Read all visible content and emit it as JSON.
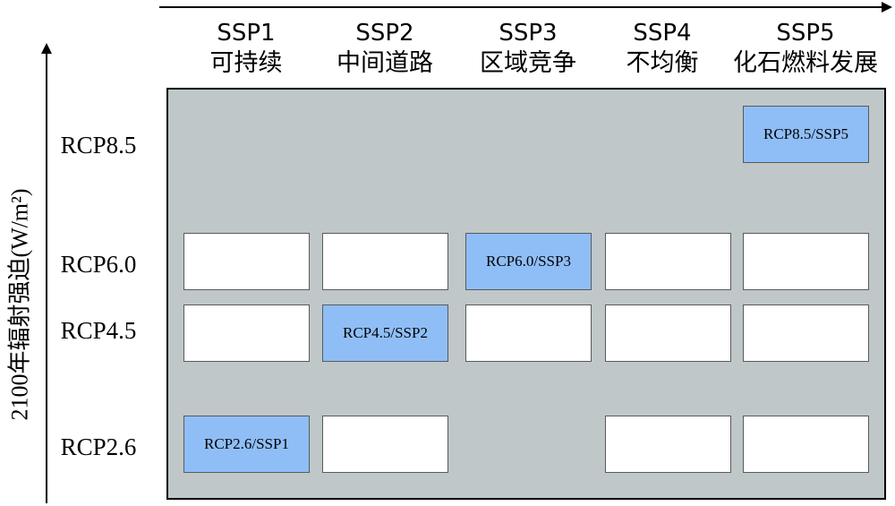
{
  "y_axis_title": "2100年辐射强迫(W/m²)",
  "columns": [
    {
      "ssp": "SSP1",
      "name": "可持续"
    },
    {
      "ssp": "SSP2",
      "name": "中间道路"
    },
    {
      "ssp": "SSP3",
      "name": "区域竞争"
    },
    {
      "ssp": "SSP4",
      "name": "不均衡"
    },
    {
      "ssp": "SSP5",
      "name": "化石燃料发展"
    }
  ],
  "rows": [
    "RCP8.5",
    "RCP6.0",
    "RCP4.5",
    "RCP2.6"
  ],
  "combinations": [
    {
      "row": "RCP8.5",
      "col": "SSP5",
      "label": "RCP8.5/SSP5",
      "highlighted": true
    },
    {
      "row": "RCP6.0",
      "col": "SSP1",
      "label": "",
      "highlighted": false
    },
    {
      "row": "RCP6.0",
      "col": "SSP2",
      "label": "",
      "highlighted": false
    },
    {
      "row": "RCP6.0",
      "col": "SSP3",
      "label": "RCP6.0/SSP3",
      "highlighted": true
    },
    {
      "row": "RCP6.0",
      "col": "SSP4",
      "label": "",
      "highlighted": false
    },
    {
      "row": "RCP6.0",
      "col": "SSP5",
      "label": "",
      "highlighted": false
    },
    {
      "row": "RCP4.5",
      "col": "SSP1",
      "label": "",
      "highlighted": false
    },
    {
      "row": "RCP4.5",
      "col": "SSP2",
      "label": "RCP4.5/SSP2",
      "highlighted": true
    },
    {
      "row": "RCP4.5",
      "col": "SSP3",
      "label": "",
      "highlighted": false
    },
    {
      "row": "RCP4.5",
      "col": "SSP4",
      "label": "",
      "highlighted": false
    },
    {
      "row": "RCP4.5",
      "col": "SSP5",
      "label": "",
      "highlighted": false
    },
    {
      "row": "RCP2.6",
      "col": "SSP1",
      "label": "RCP2.6/SSP1",
      "highlighted": true
    },
    {
      "row": "RCP2.6",
      "col": "SSP2",
      "label": "",
      "highlighted": false
    },
    {
      "row": "RCP2.6",
      "col": "SSP4",
      "label": "",
      "highlighted": false
    },
    {
      "row": "RCP2.6",
      "col": "SSP5",
      "label": "",
      "highlighted": false
    }
  ],
  "colors": {
    "panel": "#bfc7c9",
    "highlight": "#8fbef7",
    "cell": "#ffffff"
  }
}
